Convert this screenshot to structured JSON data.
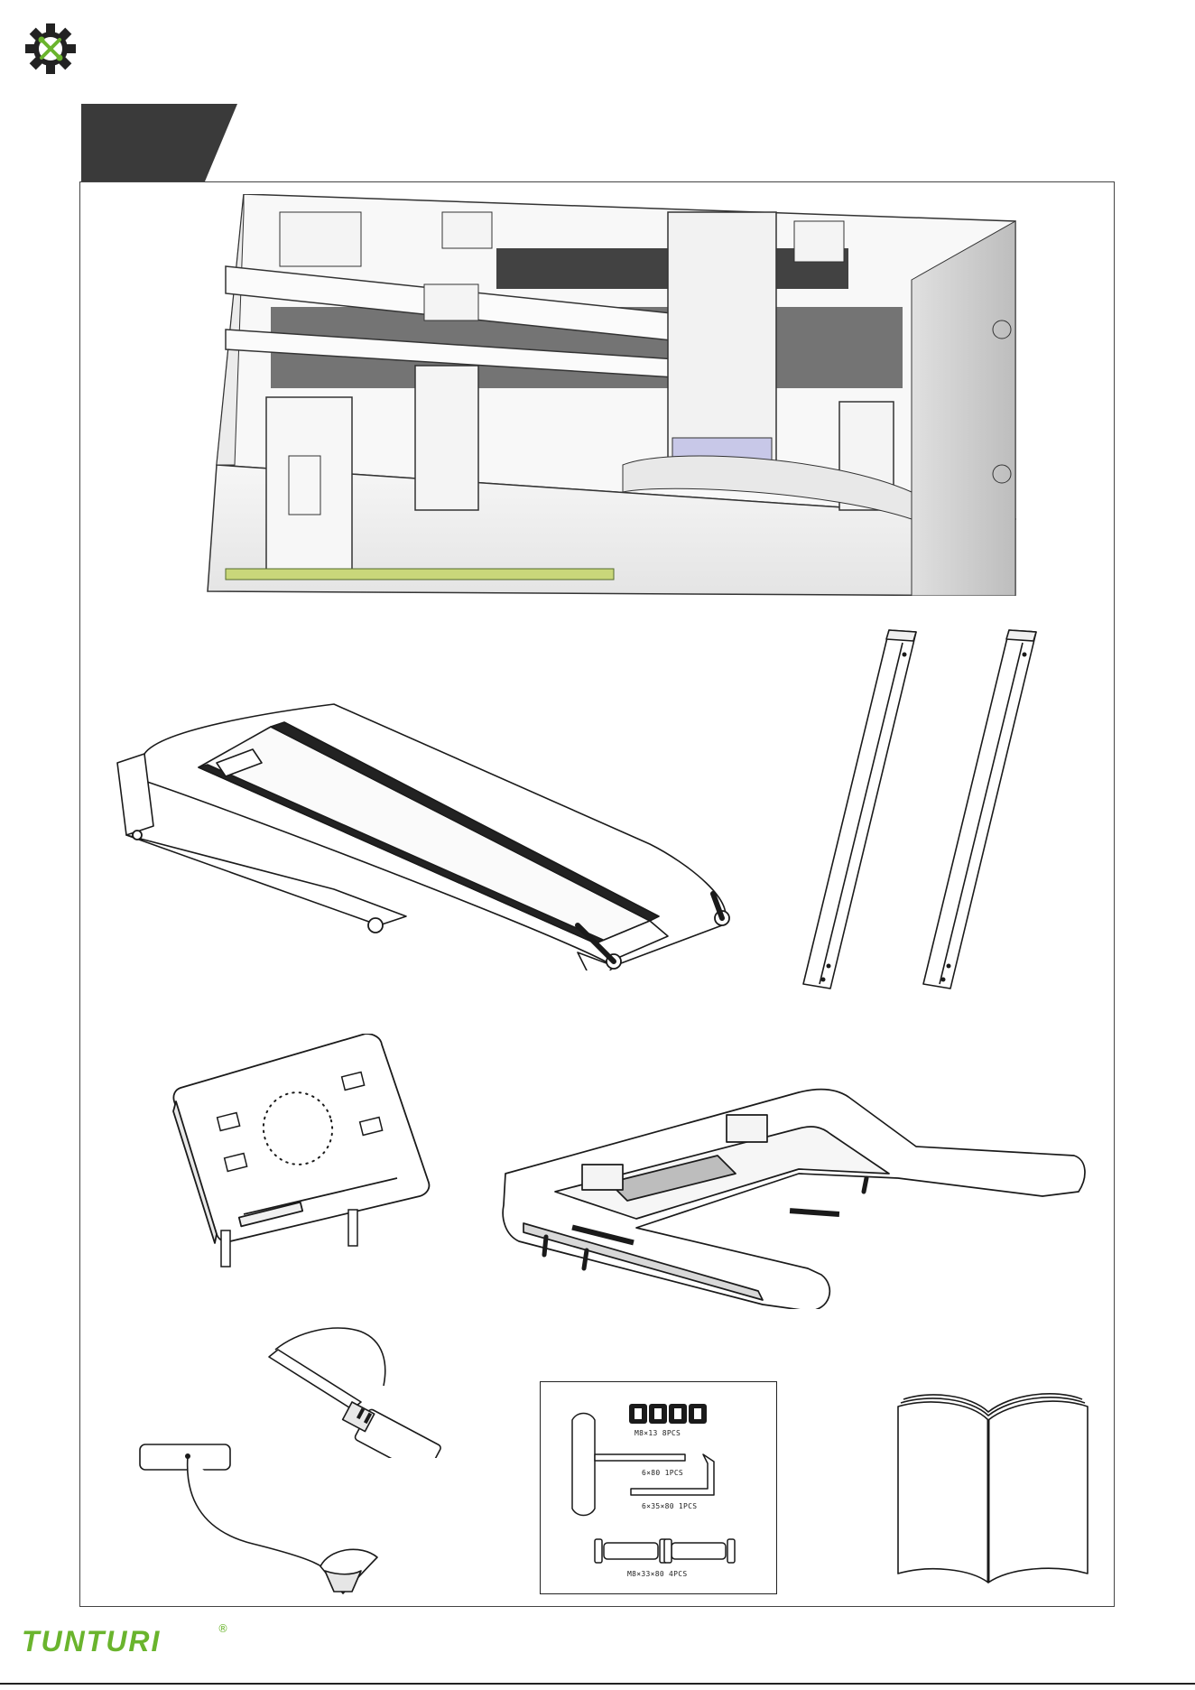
{
  "brand": {
    "name": "TUNTURI",
    "registered_mark": "®",
    "color": "#6ab42d"
  },
  "header": {
    "logo_icon": "gear-wrench-screwdriver-icon",
    "tab_color": "#3a3a3a"
  },
  "parts": [
    {
      "name": "packaged-box"
    },
    {
      "name": "treadmill-deck"
    },
    {
      "name": "upright-tubes"
    },
    {
      "name": "console-panel"
    },
    {
      "name": "handlebar-frame"
    },
    {
      "name": "lubricant-bottle"
    },
    {
      "name": "safety-key"
    },
    {
      "name": "hardware-pack"
    },
    {
      "name": "owners-manual"
    }
  ],
  "hardware": {
    "bolts_label": "M8×13  8PCS",
    "wrench_label": "6×80  1PCS",
    "allen_label": "6×35×80  1PCS",
    "axles_label": "M8×33×80  4PCS"
  }
}
